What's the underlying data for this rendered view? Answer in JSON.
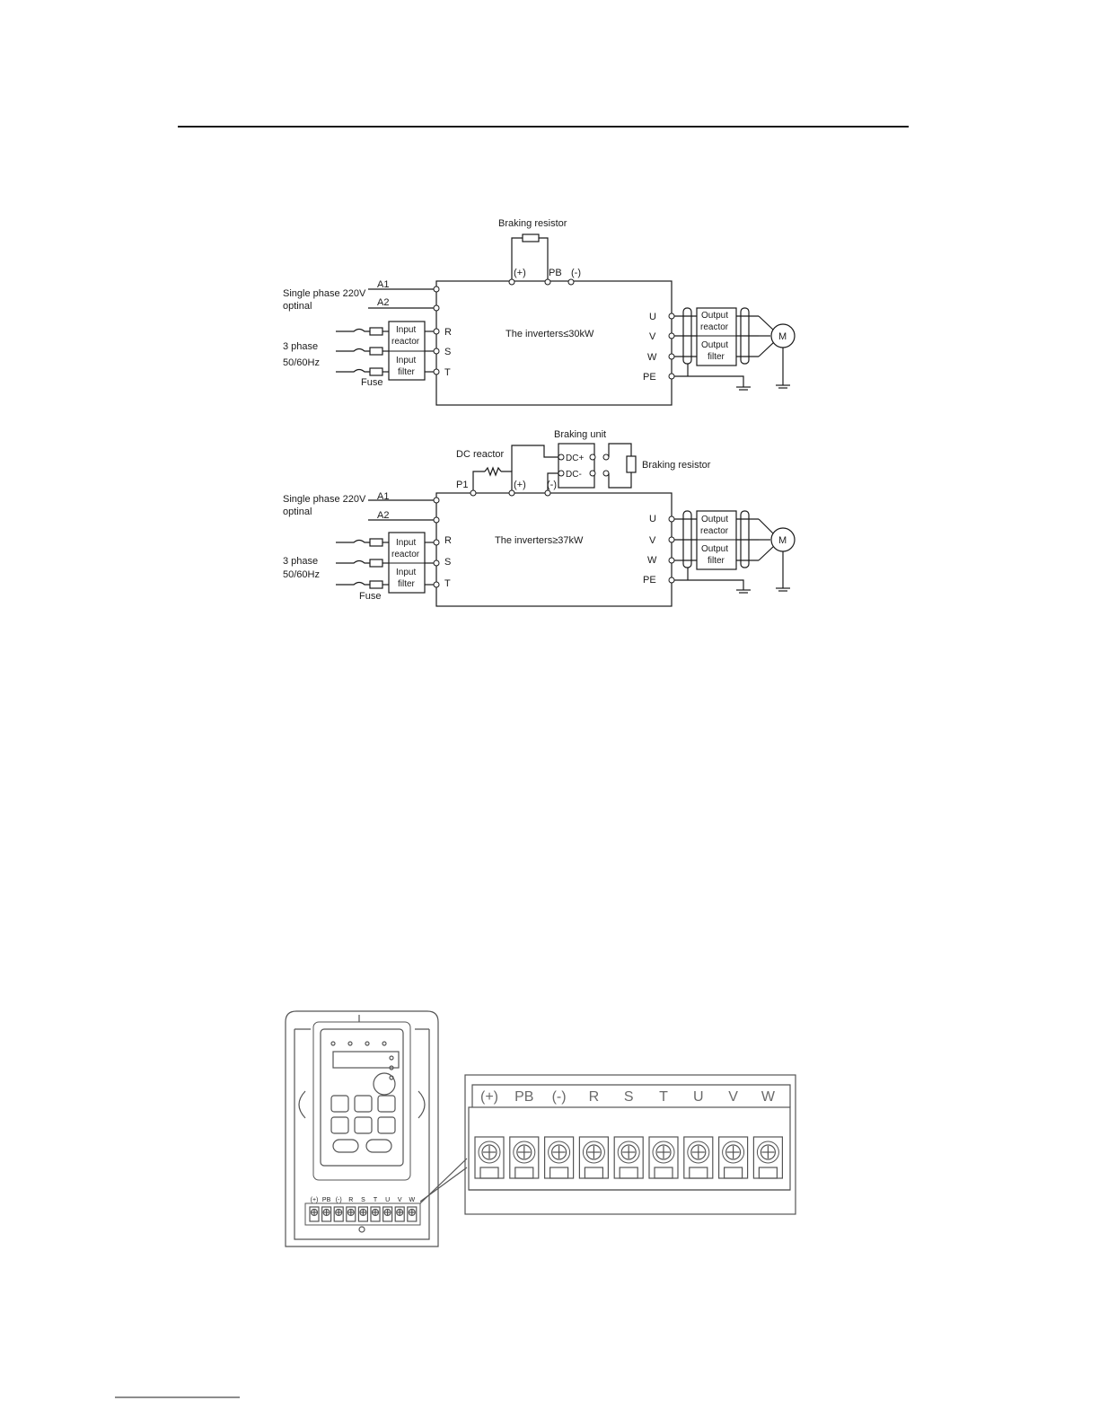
{
  "top_diagram": {
    "braking_resistor": "Braking resistor",
    "plus": "(+)",
    "pb": "PB",
    "minus": "(-)",
    "single_phase_1": "Single phase 220V",
    "single_phase_2": "optinal",
    "a1": "A1",
    "a2": "A2",
    "three_phase_1": "3 phase",
    "three_phase_2": "50/60Hz",
    "fuse": "Fuse",
    "input_reactor_1": "Input",
    "input_reactor_2": "reactor",
    "input_filter_1": "Input",
    "input_filter_2": "filter",
    "r": "R",
    "s": "S",
    "t": "T",
    "inverter": "The inverters≤30kW",
    "u": "U",
    "v": "V",
    "w": "W",
    "pe": "PE",
    "output_reactor_1": "Output",
    "output_reactor_2": "reactor",
    "output_filter_1": "Output",
    "output_filter_2": "filter",
    "motor": "M"
  },
  "bottom_diagram": {
    "braking_unit": "Braking unit",
    "dc_reactor": "DC reactor",
    "dc_plus": "DC+",
    "dc_minus": "DC-",
    "braking_resistor": "Braking resistor",
    "p1": "P1",
    "plus": "(+)",
    "minus": "(-)",
    "single_phase_1": "Single phase 220V",
    "single_phase_2": "optinal",
    "a1": "A1",
    "a2": "A2",
    "three_phase_1": "3 phase",
    "three_phase_2": "50/60Hz",
    "fuse": "Fuse",
    "input_reactor_1": "Input",
    "input_reactor_2": "reactor",
    "input_filter_1": "Input",
    "input_filter_2": "filter",
    "r": "R",
    "s": "S",
    "t": "T",
    "inverter": "The inverters≥37kW",
    "u": "U",
    "v": "V",
    "w": "W",
    "pe": "PE",
    "output_reactor_1": "Output",
    "output_reactor_2": "reactor",
    "output_filter_1": "Output",
    "output_filter_2": "filter",
    "motor": "M"
  },
  "terminal_strip": {
    "labels": [
      "(+)",
      "PB",
      "(-)",
      "R",
      "S",
      "T",
      "U",
      "V",
      "W"
    ]
  }
}
